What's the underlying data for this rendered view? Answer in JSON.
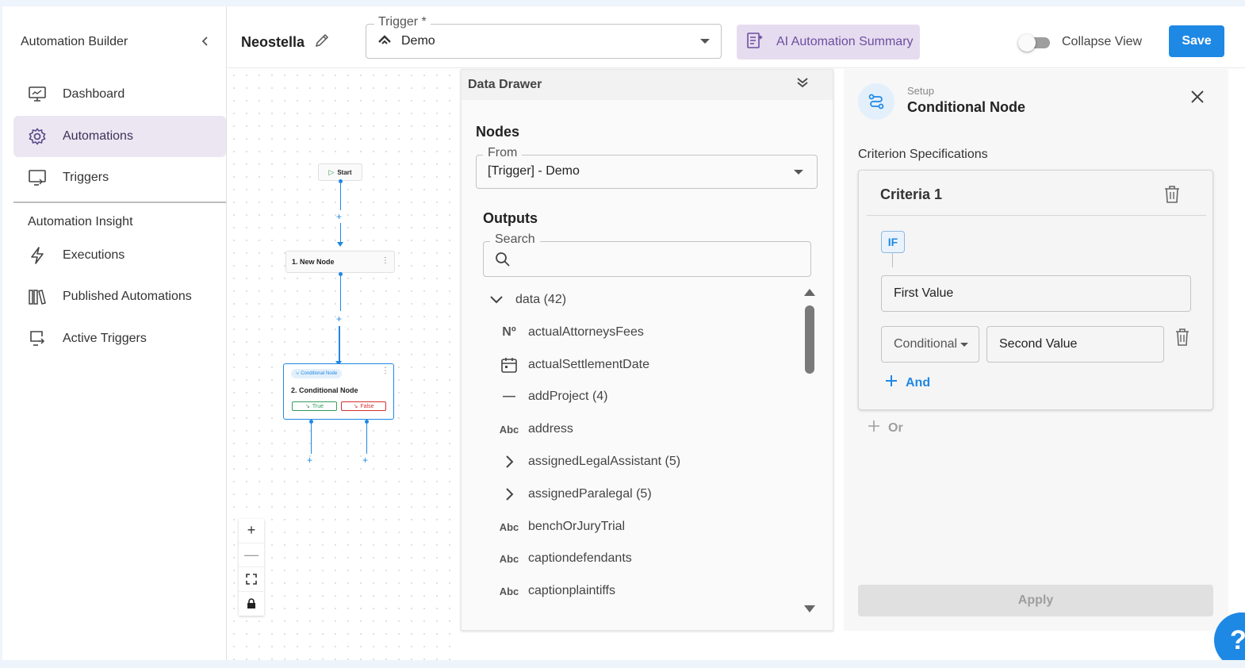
{
  "sidebar": {
    "title": "Automation Builder",
    "collapse_icon": "chevron-left-icon",
    "items": [
      {
        "label": "Dashboard",
        "icon": "monitor-icon"
      },
      {
        "label": "Automations",
        "icon": "gear-icon",
        "active": true
      },
      {
        "label": "Triggers",
        "icon": "screen-icon"
      }
    ],
    "section_title": "Automation Insight",
    "insight_items": [
      {
        "label": "Executions",
        "icon": "bolt-icon"
      },
      {
        "label": "Published Automations",
        "icon": "library-icon"
      },
      {
        "label": "Active Triggers",
        "icon": "screen-share-icon"
      }
    ]
  },
  "header": {
    "project_name": "Neostella",
    "trigger_label": "Trigger *",
    "trigger_value": "Demo",
    "ai_button_label": "AI Automation Summary",
    "collapse_view_label": "Collapse View",
    "collapse_view_on": false,
    "save_label": "Save"
  },
  "canvas": {
    "start_label": "Start",
    "node1_label": "1. New Node",
    "node2_tag": "Conditional Node",
    "node2_label": "2. Conditional Node",
    "true_label": "True",
    "false_label": "False",
    "zoom_in": "+",
    "zoom_out": "—"
  },
  "drawer": {
    "title": "Data Drawer",
    "nodes_title": "Nodes",
    "from_label": "From",
    "from_value": "[Trigger] - Demo",
    "outputs_title": "Outputs",
    "search_label": "Search",
    "root": "data (42)",
    "items": [
      {
        "type_glyph": "Nº",
        "label": "actualAttorneysFees"
      },
      {
        "type_glyph": "📅",
        "label": "actualSettlementDate"
      },
      {
        "type_glyph": "—",
        "label": "addProject (4)"
      },
      {
        "type_glyph": "Abc",
        "label": "address"
      },
      {
        "type_glyph": "›",
        "label": "assignedLegalAssistant (5)"
      },
      {
        "type_glyph": "›",
        "label": "assignedParalegal (5)"
      },
      {
        "type_glyph": "Abc",
        "label": "benchOrJuryTrial"
      },
      {
        "type_glyph": "Abc",
        "label": "captiondefendants"
      },
      {
        "type_glyph": "Abc",
        "label": "captionplaintiffs"
      }
    ]
  },
  "panel": {
    "subtitle": "Setup",
    "title": "Conditional Node",
    "criterion_heading": "Criterion Specifications",
    "criteria_title": "Criteria 1",
    "if_label": "IF",
    "first_value_placeholder": "First Value",
    "conditional_label": "Conditional",
    "second_value_placeholder": "Second Value",
    "and_label": "And",
    "or_label": "Or",
    "apply_label": "Apply"
  },
  "help": {
    "label": "?"
  }
}
